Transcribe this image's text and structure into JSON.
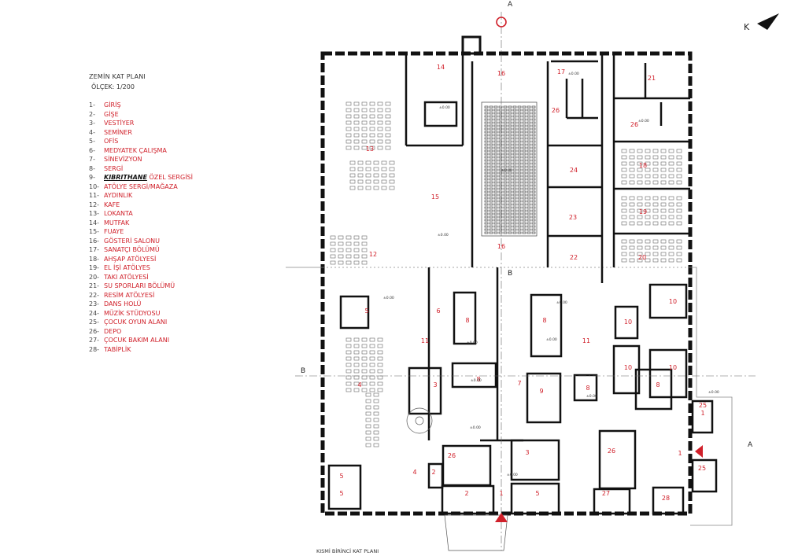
{
  "plan": {
    "title": "ZEMİN KAT PLANI",
    "scale": "ÖLÇEK: 1/200",
    "north_label": "K",
    "section_label": "A",
    "section_label_b": "B",
    "footer": "KISMİ BİRİNCİ KAT PLANI"
  },
  "legend": [
    {
      "num": "1-",
      "label": "GİRİŞ"
    },
    {
      "num": "2-",
      "label": "GİŞE"
    },
    {
      "num": "3-",
      "label": "VESTİYER"
    },
    {
      "num": "4-",
      "label": "SEMİNER"
    },
    {
      "num": "5-",
      "label": "OFİS"
    },
    {
      "num": "6-",
      "label": "MEDYATEK ÇALIŞMA"
    },
    {
      "num": "7-",
      "label": "SİNEVİZYON"
    },
    {
      "num": "8-",
      "label": "SERGİ"
    },
    {
      "num": "9-",
      "label": "KIBRITHANE",
      "tail": " ÖZEL SERGİSİ"
    },
    {
      "num": "10-",
      "label": "ATÖLYE SERGİ/MAĞAZA"
    },
    {
      "num": "11-",
      "label": "AYDINLIK"
    },
    {
      "num": "12-",
      "label": "KAFE"
    },
    {
      "num": "13-",
      "label": "LOKANTA"
    },
    {
      "num": "14-",
      "label": "MUTFAK"
    },
    {
      "num": "15-",
      "label": "FUAYE"
    },
    {
      "num": "16-",
      "label": "GÖSTERİ SALONU"
    },
    {
      "num": "17-",
      "label": "SANATÇI BÖLÜMÜ"
    },
    {
      "num": "18-",
      "label": "AHŞAP ATÖLYESİ"
    },
    {
      "num": "19-",
      "label": "EL İŞİ ATÖLYES"
    },
    {
      "num": "20-",
      "label": "TAKI ATÖLYESİ"
    },
    {
      "num": "21-",
      "label": "SU SPORLARI BÖLÜMÜ"
    },
    {
      "num": "22-",
      "label": "RESİM ATÖLYESİ"
    },
    {
      "num": "23-",
      "label": "DANS HOLÜ"
    },
    {
      "num": "24-",
      "label": "MÜZİK STÜDYOSU"
    },
    {
      "num": "25-",
      "label": "ÇOCUK OYUN ALANI"
    },
    {
      "num": "26-",
      "label": "DEPO"
    },
    {
      "num": "27-",
      "label": "ÇOCUK BAKIM ALANI"
    },
    {
      "num": "28-",
      "label": "TABİPLİK"
    }
  ],
  "room_labels": [
    {
      "text": "14"
    },
    {
      "text": "16"
    },
    {
      "text": "17"
    },
    {
      "text": "21"
    },
    {
      "text": "26"
    },
    {
      "text": "26"
    },
    {
      "text": "13"
    },
    {
      "text": "18"
    },
    {
      "text": "24"
    },
    {
      "text": "15"
    },
    {
      "text": "23"
    },
    {
      "text": "19"
    },
    {
      "text": "16"
    },
    {
      "text": "12"
    },
    {
      "text": "22"
    },
    {
      "text": "20"
    },
    {
      "text": "5"
    },
    {
      "text": "6"
    },
    {
      "text": "8"
    },
    {
      "text": "8"
    },
    {
      "text": "10"
    },
    {
      "text": "10"
    },
    {
      "text": "11"
    },
    {
      "text": "11"
    },
    {
      "text": "10"
    },
    {
      "text": "10"
    },
    {
      "text": "4"
    },
    {
      "text": "3"
    },
    {
      "text": "8"
    },
    {
      "text": "7"
    },
    {
      "text": "9"
    },
    {
      "text": "8"
    },
    {
      "text": "8"
    },
    {
      "text": "25"
    },
    {
      "text": "1"
    },
    {
      "text": "26"
    },
    {
      "text": "3"
    },
    {
      "text": "26"
    },
    {
      "text": "4"
    },
    {
      "text": "5"
    },
    {
      "text": "2"
    },
    {
      "text": "5"
    },
    {
      "text": "5"
    },
    {
      "text": "2"
    },
    {
      "text": "1"
    },
    {
      "text": "27"
    },
    {
      "text": "28"
    },
    {
      "text": "25"
    },
    {
      "text": "1"
    }
  ],
  "elevation_tag": "±0.00"
}
